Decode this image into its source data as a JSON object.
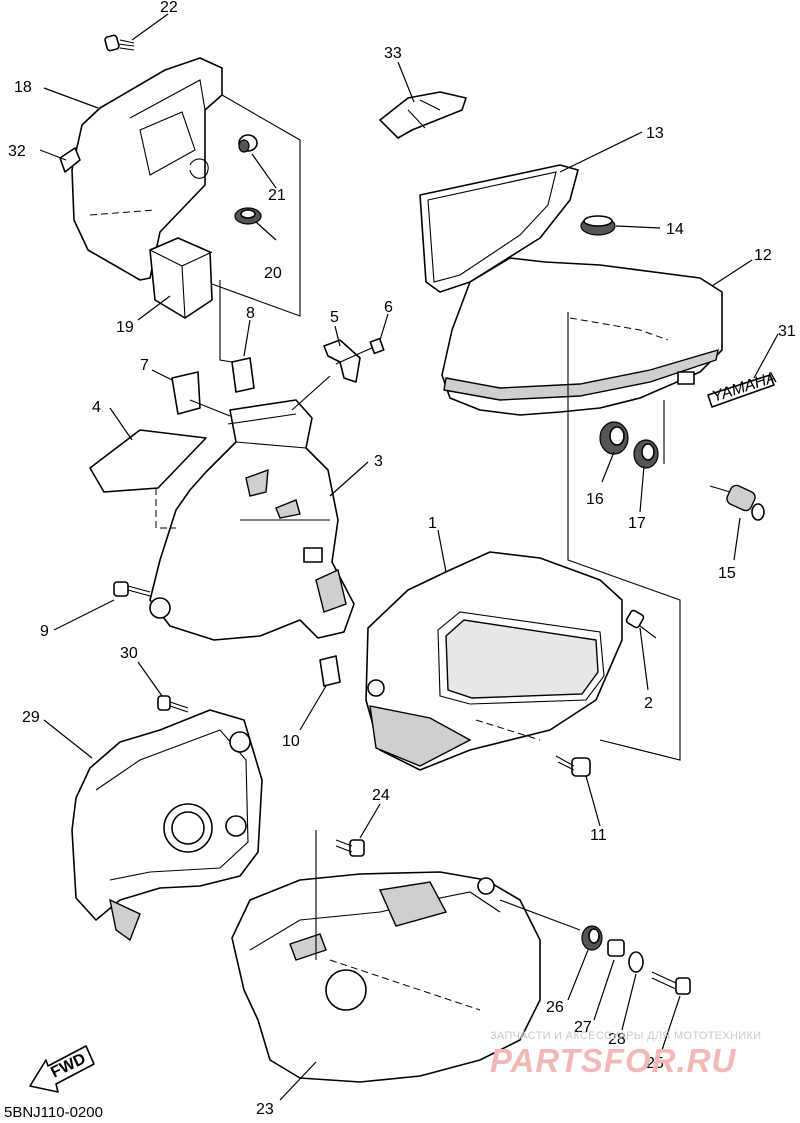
{
  "diagram": {
    "drawing_code": "5BNJ110-0200",
    "fwd_label": "FWD",
    "logo_text": "YAMAHA",
    "callouts": [
      "1",
      "2",
      "3",
      "4",
      "5",
      "6",
      "7",
      "8",
      "9",
      "10",
      "11",
      "12",
      "13",
      "14",
      "15",
      "16",
      "17",
      "18",
      "19",
      "20",
      "21",
      "22",
      "23",
      "24",
      "25",
      "26",
      "27",
      "28",
      "29",
      "30",
      "31",
      "32",
      "33"
    ]
  },
  "watermark": {
    "line1": "ЗАПЧАСТИ И АКСЕССУАРЫ ДЛЯ МОТОТЕХНИКИ",
    "line2": "PARTSFOR.RU"
  }
}
